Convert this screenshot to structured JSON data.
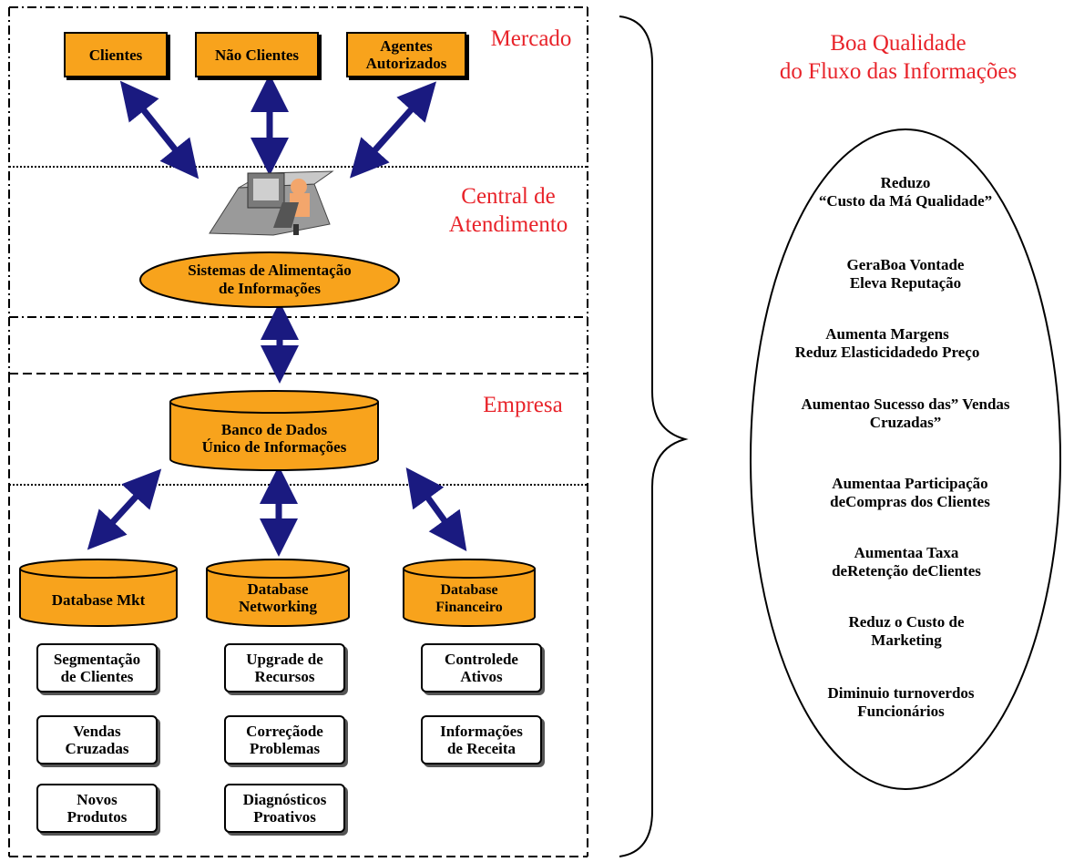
{
  "sections": {
    "mercado": "Mercado",
    "central": "Central de\nAtendimento",
    "empresa": "Empresa"
  },
  "market_boxes": {
    "clientes": "Clientes",
    "nao_clientes": "Não Clientes",
    "agentes": "Agentes\nAutorizados"
  },
  "central": {
    "sistemas": "Sistemas de Alimentação\nde Informações"
  },
  "database": {
    "main": "Banco de Dados\nÚnico de Informações",
    "mkt": "Database Mkt",
    "networking": "Database\nNetworking",
    "financeiro": "Database\nFinanceiro"
  },
  "mkt_items": [
    "Segmentação\nde Clientes",
    "Vendas\nCruzadas",
    "Novos\nProdutos"
  ],
  "net_items": [
    "Upgrade de\nRecursos",
    "Correçãode\nProblemas",
    "Diagnósticos\nProativos"
  ],
  "fin_items": [
    "Controlede\nAtivos",
    "Informações\nde Receita"
  ],
  "right": {
    "title": "Boa Qualidade\ndo Fluxo das Informações",
    "benefits": [
      "Reduzo\n“Custo da Má Qualidade”",
      "GeraBoa Vontade\nEleva Reputação",
      "Aumenta Margens\nReduz Elasticidadedo Preço",
      "Aumentao Sucesso das” Vendas\nCruzadas”",
      "Aumentaa Participação\ndeCompras dos Clientes",
      "Aumentaa Taxa\ndeRetenção deClientes",
      "Reduz o Custo de\nMarketing",
      "Diminuio turnoverdos\nFuncionários"
    ]
  },
  "colors": {
    "box_fill": "#f8a31c",
    "section_label": "#e8232a",
    "arrow": "#1a1a80"
  },
  "icons": [
    "call-center-agent-icon"
  ]
}
